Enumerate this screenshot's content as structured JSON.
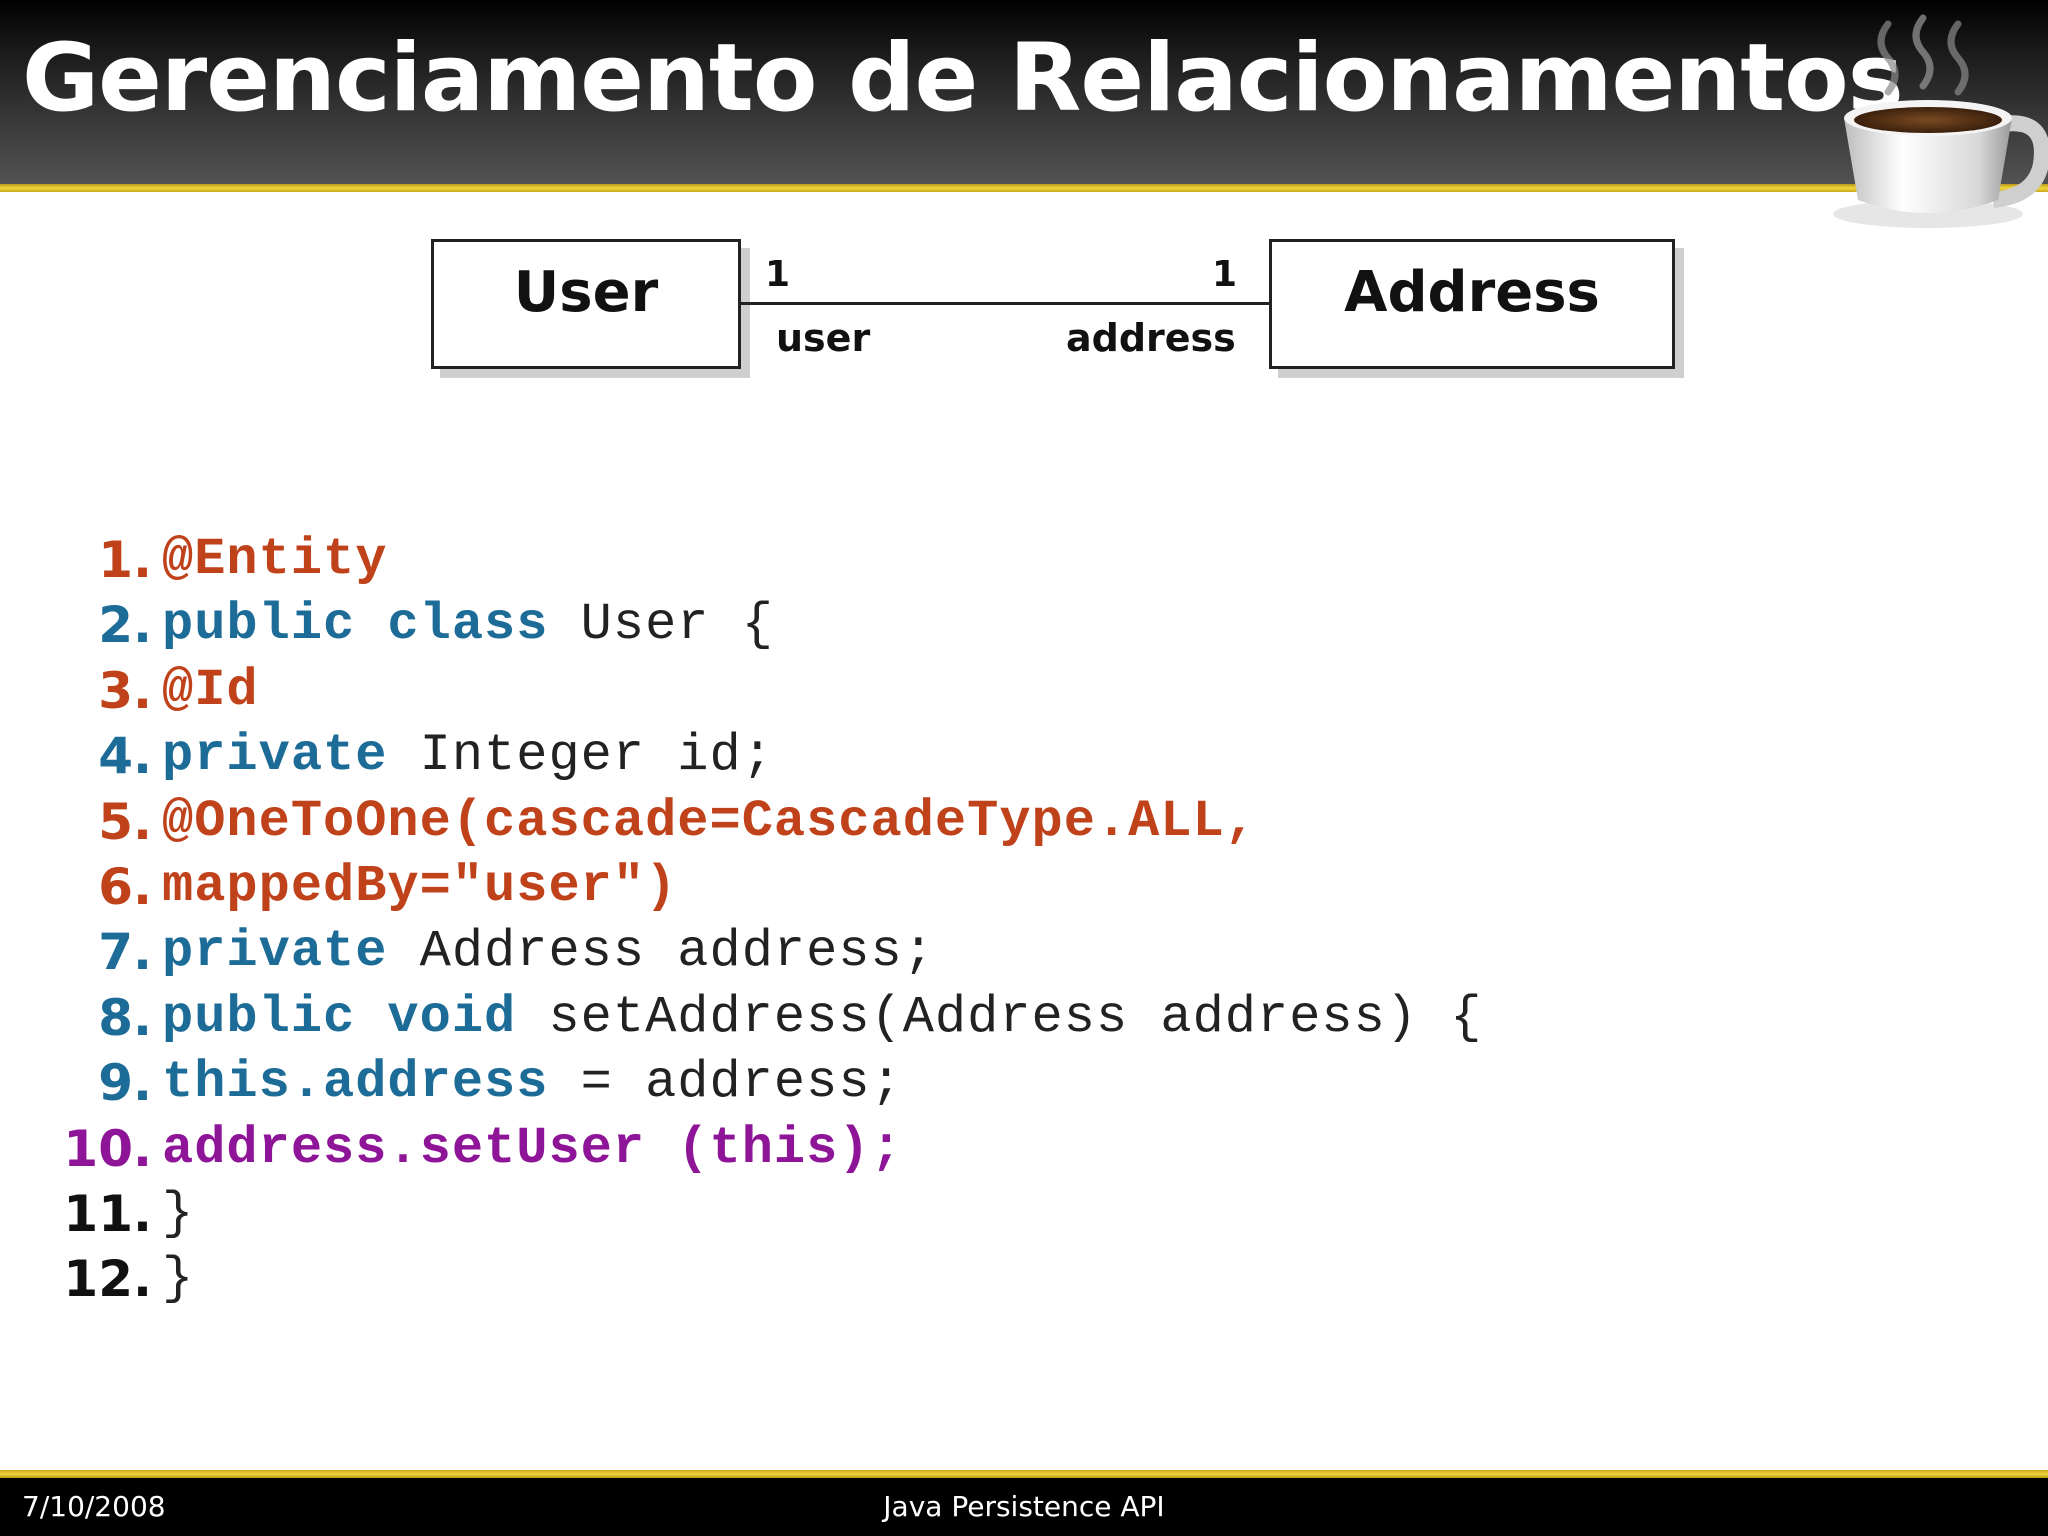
{
  "header": {
    "title": "Gerenciamento de Relacionamentos",
    "logo_icon": "coffee-cup-icon",
    "accent_color": "#f2d540"
  },
  "diagram": {
    "left_class": "User",
    "right_class": "Address",
    "left_multiplicity": "1",
    "right_multiplicity": "1",
    "left_role": "user",
    "right_role": "address"
  },
  "code": {
    "colors": {
      "keyword": "#1d6c98",
      "annotation": "#c0421b",
      "highlight": "#8e1597",
      "plain": "#222222"
    },
    "lines": [
      {
        "num": "1.",
        "style": "ann",
        "parts": [
          {
            "t": "@Entity",
            "s": "ann"
          }
        ]
      },
      {
        "num": "2.",
        "style": "kw",
        "parts": [
          {
            "t": "public class",
            "s": "kw"
          },
          {
            "t": " User {",
            "s": "txt"
          }
        ]
      },
      {
        "num": "3.",
        "style": "ann",
        "parts": [
          {
            "t": "@Id",
            "s": "ann"
          }
        ]
      },
      {
        "num": "4.",
        "style": "kw",
        "parts": [
          {
            "t": "private",
            "s": "kw"
          },
          {
            "t": " Integer id;",
            "s": "txt"
          }
        ]
      },
      {
        "num": "5.",
        "style": "ann",
        "parts": [
          {
            "t": "@OneToOne(cascade=CascadeType.ALL,",
            "s": "ann"
          }
        ]
      },
      {
        "num": "6.",
        "style": "ann",
        "parts": [
          {
            "t": "mappedBy=\"user\")",
            "s": "ann"
          }
        ]
      },
      {
        "num": "7.",
        "style": "kw",
        "parts": [
          {
            "t": "private",
            "s": "kw"
          },
          {
            "t": " Address address;",
            "s": "txt"
          }
        ]
      },
      {
        "num": "8.",
        "style": "kw",
        "parts": [
          {
            "t": "public void",
            "s": "kw"
          },
          {
            "t": " setAddress(Address address) {",
            "s": "txt"
          }
        ]
      },
      {
        "num": "9.",
        "style": "kw",
        "parts": [
          {
            "t": "this.address",
            "s": "kw"
          },
          {
            "t": " = address;",
            "s": "txt"
          }
        ]
      },
      {
        "num": "10.",
        "style": "hl",
        "parts": [
          {
            "t": "address.setUser (this);",
            "s": "hl"
          }
        ]
      },
      {
        "num": "11.",
        "style": "txt",
        "parts": [
          {
            "t": "}",
            "s": "txt"
          }
        ]
      },
      {
        "num": "12.",
        "style": "txt",
        "parts": [
          {
            "t": "}",
            "s": "txt"
          }
        ]
      }
    ]
  },
  "footer": {
    "date": "7/10/2008",
    "caption": "Java Persistence API"
  }
}
